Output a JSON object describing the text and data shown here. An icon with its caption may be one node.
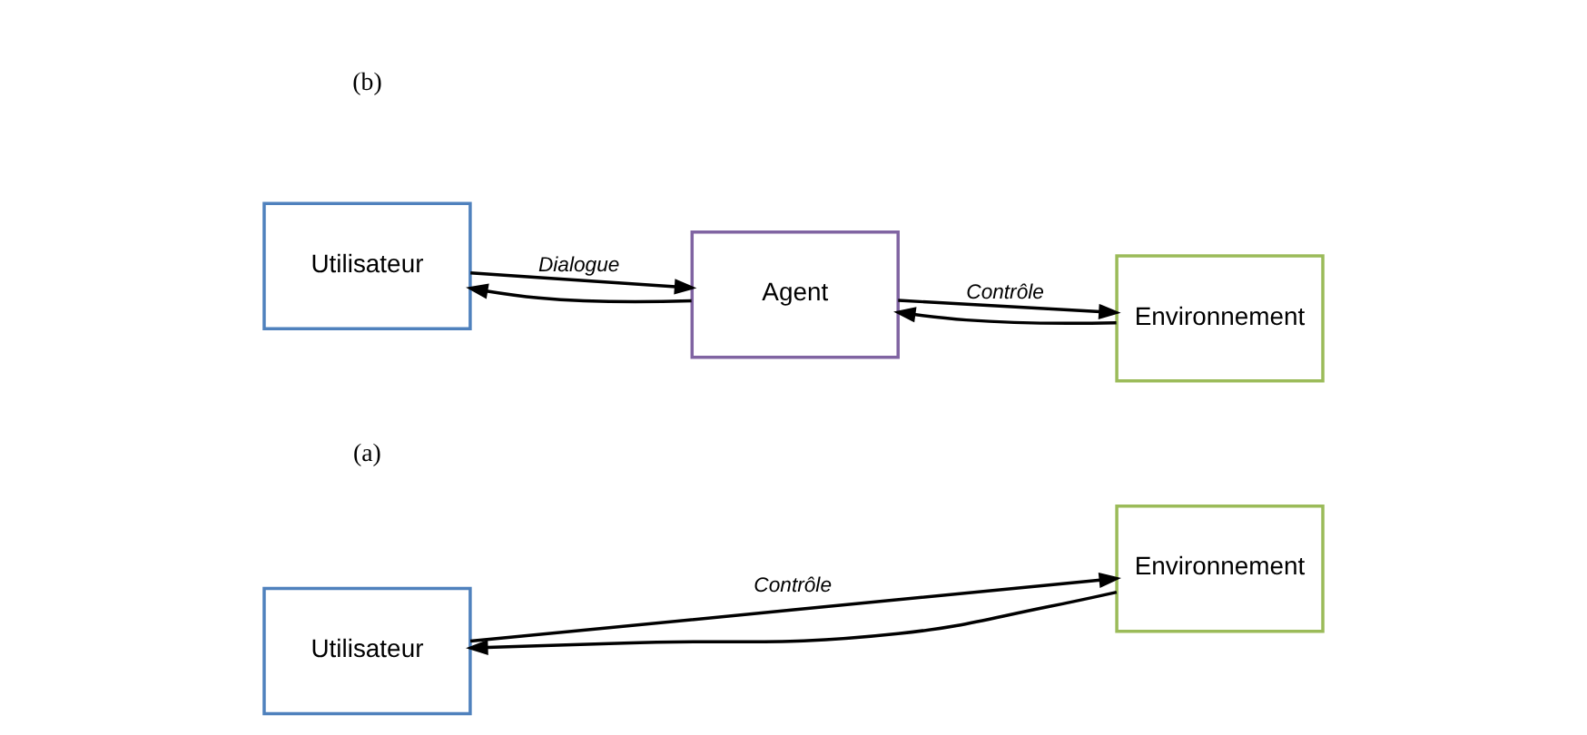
{
  "diagram": {
    "nodes": [
      {
        "text": [
          "Utilisateur"
        ]
      },
      {
        "text": [
          "Environnement"
        ]
      },
      {
        "text": [
          "Utilisateur"
        ]
      },
      {
        "text": [
          "Agent"
        ]
      },
      {
        "text": [
          "Environnement"
        ]
      }
    ],
    "edges": [
      {
        "from": 0,
        "to": 1,
        "arrow": "to",
        "label": "Contrôle"
      },
      {
        "from": 1,
        "to": 0,
        "arrow": "to"
      },
      {
        "from": 2,
        "to": 3,
        "arrow": "to",
        "label": "Dialogue"
      },
      {
        "from": 3,
        "to": 2,
        "arrow": "to"
      },
      {
        "from": 3,
        "to": 4,
        "arrow": "to",
        "label": "Contrôle"
      },
      {
        "from": 4,
        "to": 3,
        "arrow": "to"
      }
    ],
    "labels": [
      "(a)",
      "(b)"
    ]
  }
}
